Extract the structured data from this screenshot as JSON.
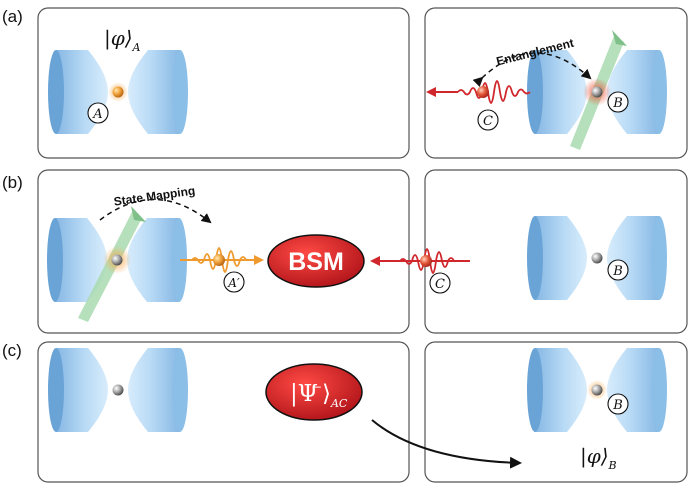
{
  "panels": [
    {
      "id": "a",
      "label": "(a)"
    },
    {
      "id": "b",
      "label": "(b)"
    },
    {
      "id": "c",
      "label": "(c)"
    }
  ],
  "labels": {
    "state_a": "|φ⟩",
    "state_a_sub": "A",
    "entanglement": "Entanglement",
    "state_mapping": "State Mapping",
    "bsm": "BSM",
    "psi": "|Ψ",
    "psi_sup": "−",
    "psi_close": "⟩",
    "psi_sub": "AC",
    "state_b": "|φ⟩",
    "state_b_sub": "B",
    "atom_a": "A",
    "atom_b": "B",
    "photon_c": "C",
    "photon_a_prime": "A′"
  },
  "colors": {
    "cavity": "#9cc9ee",
    "red": "#d0272d",
    "orange": "#ef9a2e",
    "green": "#a9dbb0",
    "border": "#555555"
  }
}
